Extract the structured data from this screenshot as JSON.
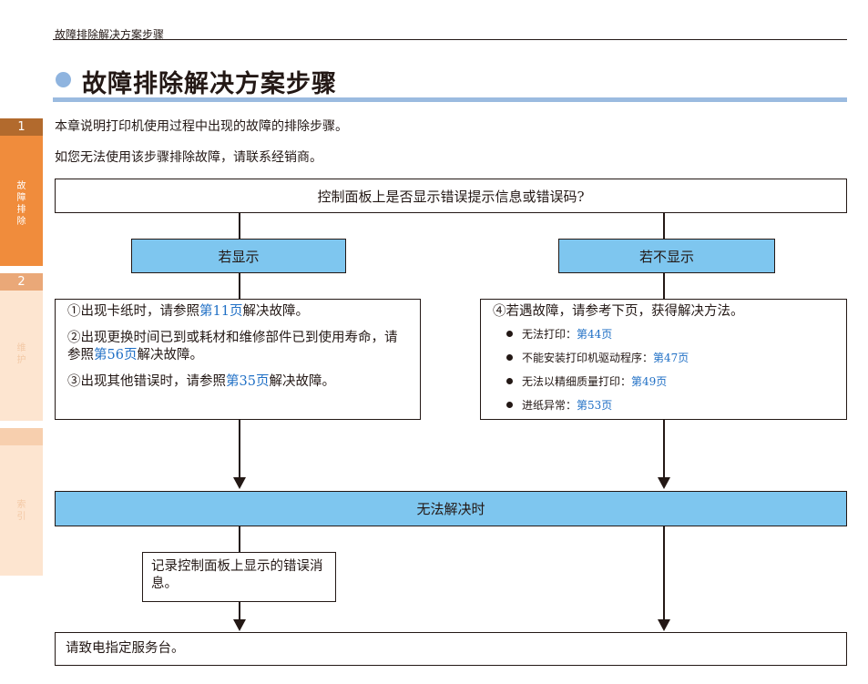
{
  "header": {
    "running_title": "故障排除解决方案步骤"
  },
  "title": {
    "text": "故障排除解决方案步骤"
  },
  "intro": {
    "line1": "本章说明打印机使用过程中出现的故障的排除步骤。",
    "line2": "如您无法使用该步骤排除故障，请联系经销商。"
  },
  "sidebar": {
    "tabs": [
      {
        "number": "1",
        "label": "故障排除"
      },
      {
        "number": "2",
        "label": "维护"
      },
      {
        "number": "",
        "label": "索引"
      }
    ]
  },
  "flow": {
    "question": "控制面板上是否显示错误提示信息或错误码?",
    "branch_yes": "若显示",
    "branch_no": "若不显示",
    "left": {
      "item1": {
        "pre": "①出现卡纸时，请参照",
        "link": "第11页",
        "post": "解决故障。"
      },
      "item2": {
        "pre": "②出现更换时间已到或耗材和维修部件已到使用寿命，请参照",
        "link": "第56页",
        "post": "解决故障。"
      },
      "item3": {
        "pre": "③出现其他错误时，请参照",
        "link": "第35页",
        "post": "解决故障。"
      }
    },
    "right": {
      "heading": "④若遇故障，请参考下页，获得解决方法。",
      "bullets": [
        {
          "label": "无法打印：",
          "link": "第44页"
        },
        {
          "label": "不能安装打印机驱动程序：",
          "link": "第47页"
        },
        {
          "label": "无法以精细质量打印：",
          "link": "第49页"
        },
        {
          "label": "进纸异常：",
          "link": "第53页"
        }
      ]
    },
    "unresolved": "无法解决时",
    "record": "记录控制面板上显示的错误消息。",
    "final": "请致电指定服务台。"
  },
  "colors": {
    "flow_blue": "#7ec6ef",
    "title_rule": "#9bbbe0",
    "link": "#1f6fc5",
    "tab_active": "#f08c3c",
    "tab_inactive": "#fde5d0"
  }
}
